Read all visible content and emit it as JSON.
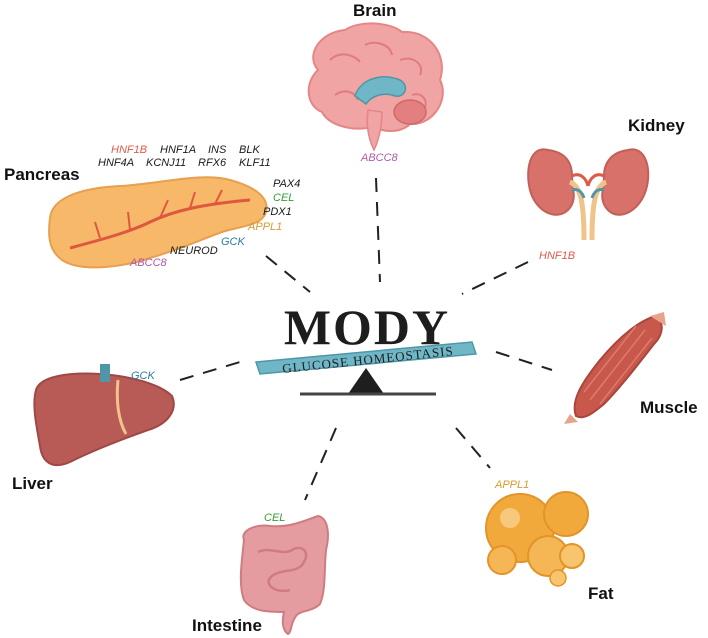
{
  "center": {
    "title": "MODY",
    "subtitle": "GLUCOSE HOMEOSTASIS"
  },
  "organs": {
    "brain": {
      "label": "Brain"
    },
    "kidney": {
      "label": "Kidney"
    },
    "pancreas": {
      "label": "Pancreas"
    },
    "muscle": {
      "label": "Muscle"
    },
    "liver": {
      "label": "Liver"
    },
    "fat": {
      "label": "Fat"
    },
    "intestine": {
      "label": "Intestine"
    }
  },
  "genes": {
    "brain_abcc8": "ABCC8",
    "kidney_hnf1b": "HNF1B",
    "pancreas_hnf1b": "HNF1B",
    "pancreas_hnf1a": "HNF1A",
    "pancreas_ins": "INS",
    "pancreas_blk": "BLK",
    "pancreas_hnf4a": "HNF4A",
    "pancreas_kcnj11": "KCNJ11",
    "pancreas_rfx6": "RFX6",
    "pancreas_klf11": "KLF11",
    "pancreas_pax4": "PAX4",
    "pancreas_cel": "CEL",
    "pancreas_pdx1": "PDX1",
    "pancreas_appl1": "APPL1",
    "pancreas_gck": "GCK",
    "pancreas_neurod": "NEUROD",
    "pancreas_abcc8": "ABCC8",
    "liver_gck": "GCK",
    "intestine_cel": "CEL",
    "fat_appl1": "APPL1"
  },
  "colors": {
    "hnf1b": "#e05a4a",
    "abcc8": "#b05aa8",
    "gck": "#2f7aa0",
    "cel": "#3a9a3a",
    "appl1": "#d99a2a",
    "black": "#1a1a1a"
  },
  "icons": [
    "brain-icon",
    "kidney-icon",
    "pancreas-icon",
    "muscle-icon",
    "liver-icon",
    "fat-icon",
    "intestine-icon",
    "seesaw-icon"
  ]
}
